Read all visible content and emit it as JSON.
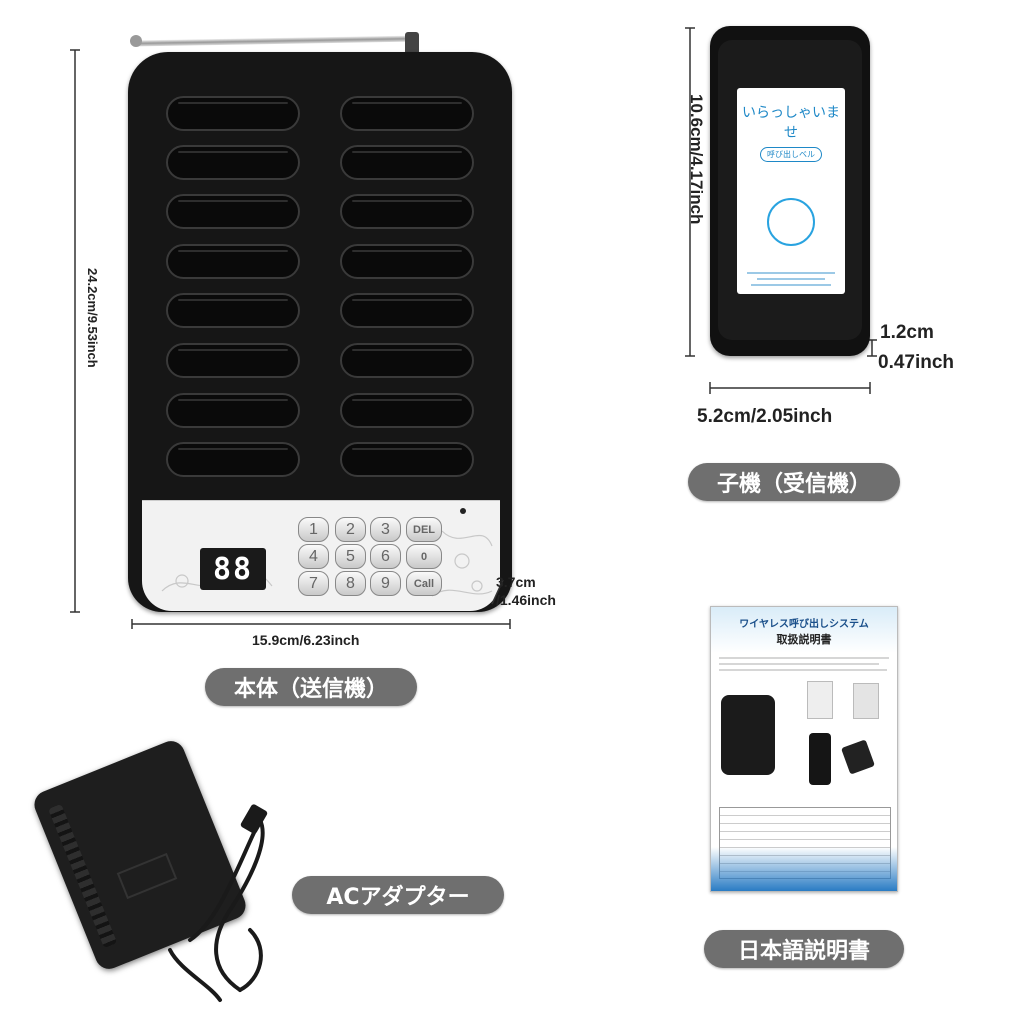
{
  "base_unit": {
    "display": "88",
    "keys": [
      "1",
      "2",
      "3",
      "DEL",
      "4",
      "5",
      "6",
      "0",
      "7",
      "8",
      "9",
      "Call"
    ],
    "height_dim": "24.2cm/9.53inch",
    "width_dim": "15.9cm/6.23inch",
    "depth_dim_1": "3.7cm",
    "depth_dim_2": "/1.46inch",
    "caption": "本体（送信機）"
  },
  "pager": {
    "screen_title": "いらっしゃいませ",
    "screen_subtitle": "呼び出しベル",
    "height_dim": "10.6cm/4.17inch",
    "depth_dim_1": "1.2cm",
    "depth_dim_2": "0.47inch",
    "width_dim": "5.2cm/2.05inch",
    "caption": "子機（受信機）"
  },
  "adapter": {
    "caption": "ACアダプター"
  },
  "manual": {
    "title": "ワイヤレス呼び出しシステム",
    "subtitle": "取扱説明書",
    "caption": "日本語説明書"
  },
  "colors": {
    "pill_bg": "#6f6f6f",
    "device_black": "#161616",
    "accent_blue": "#1e88c7"
  }
}
